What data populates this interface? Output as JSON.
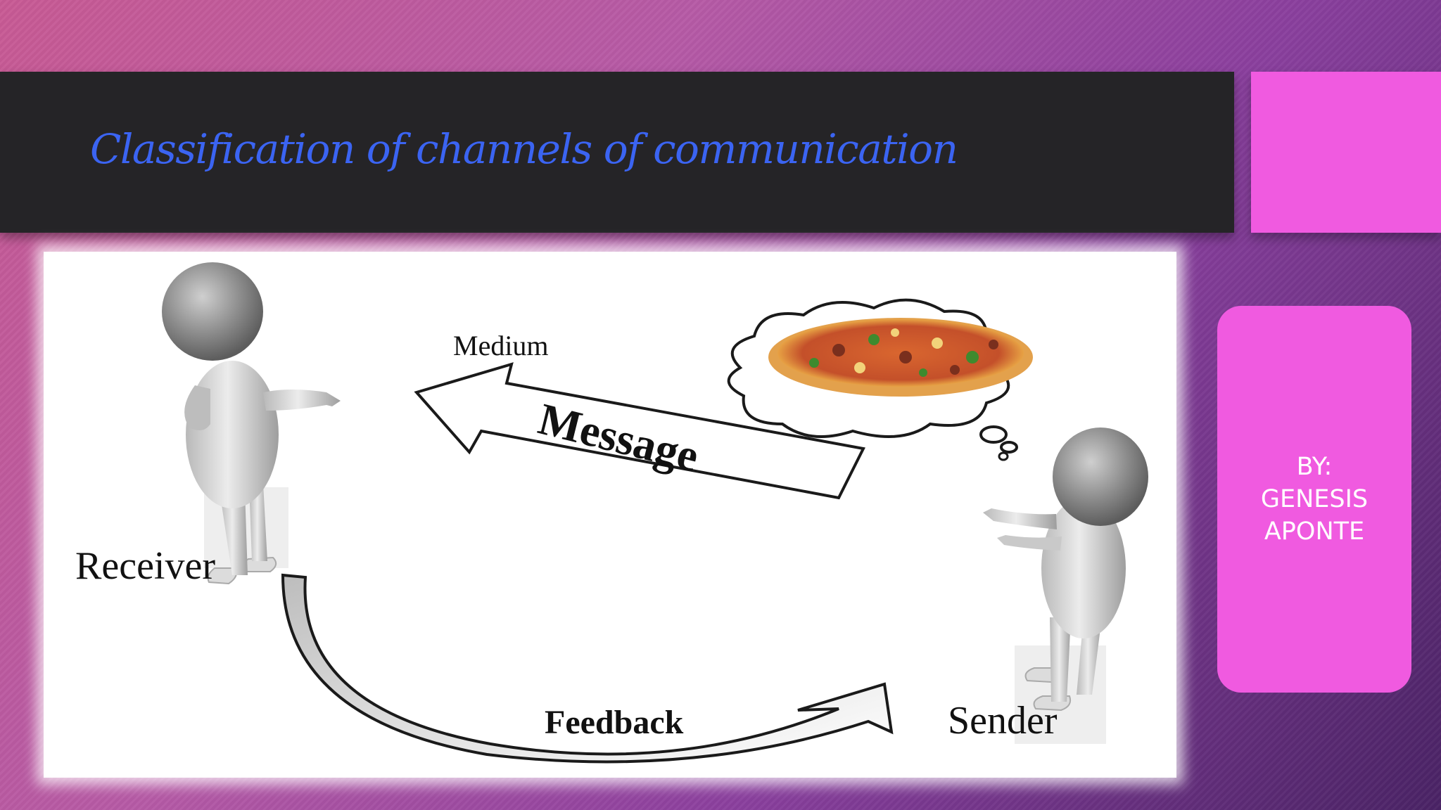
{
  "slide": {
    "title": "Classification of channels of communication",
    "author": "BY:\nGENESIS\nAPONTE",
    "colors": {
      "title_bar": "#252427",
      "title_text": "#3b64f2",
      "accent_pink": "#f05ae0"
    }
  },
  "diagram": {
    "labels": {
      "medium": "Medium",
      "message": "Message",
      "receiver": "Receiver",
      "sender": "Sender",
      "feedback": "Feedback"
    },
    "icons": [
      "receiver-figure-icon",
      "sender-figure-icon",
      "thought-bubble-icon",
      "pizza-icon",
      "message-arrow-icon",
      "feedback-arrow-icon"
    ]
  }
}
